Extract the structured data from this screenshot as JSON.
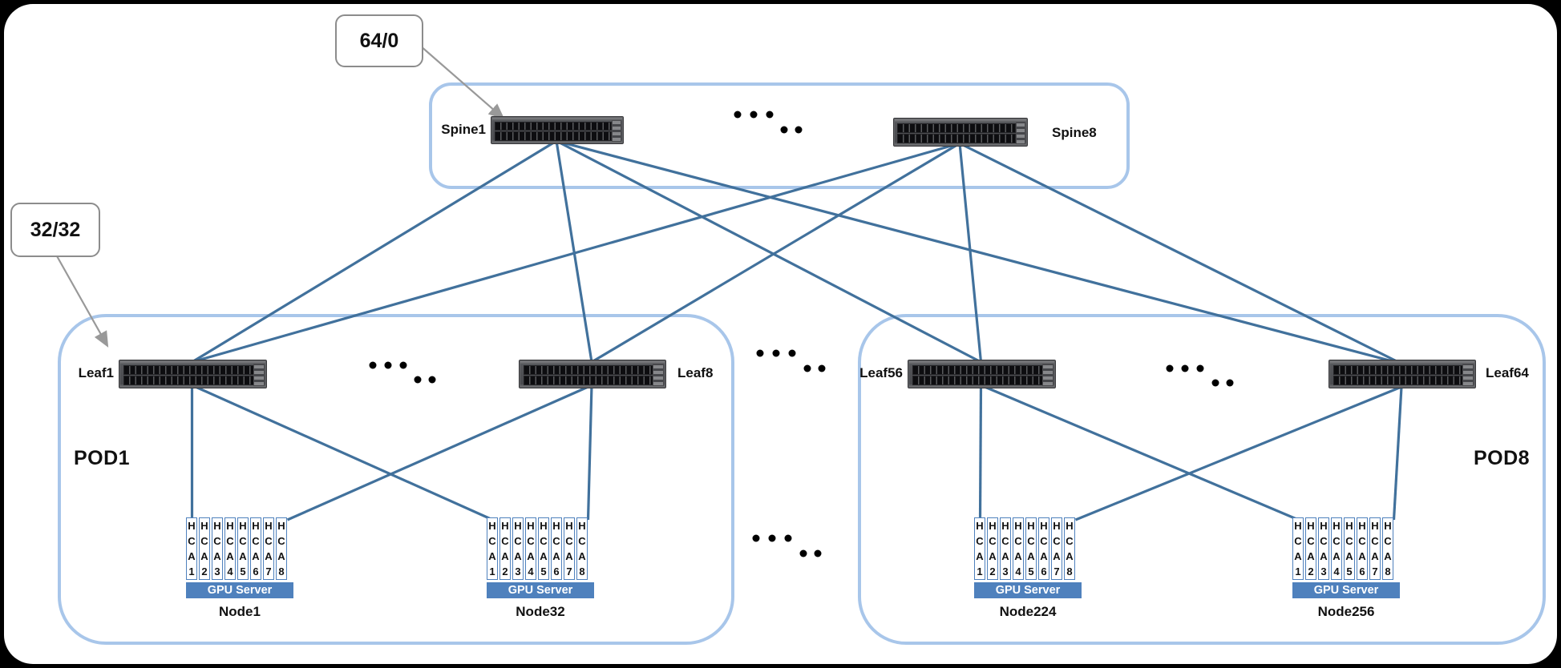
{
  "callouts": {
    "spine_uplinks": "64/0",
    "leaf_split": "32/32"
  },
  "spine_group": {
    "switches": [
      {
        "label": "Spine1"
      },
      {
        "label": "Spine8"
      }
    ]
  },
  "pods": [
    {
      "label": "POD1",
      "leaves": [
        {
          "label": "Leaf1"
        },
        {
          "label": "Leaf8"
        }
      ],
      "nodes": [
        {
          "name": "Node1"
        },
        {
          "name": "Node32"
        }
      ]
    },
    {
      "label": "POD8",
      "leaves": [
        {
          "label": "Leaf56"
        },
        {
          "label": "Leaf64"
        }
      ],
      "nodes": [
        {
          "name": "Node224"
        },
        {
          "name": "Node256"
        }
      ]
    }
  ],
  "gpu_server_label": "GPU Server",
  "hca_labels": [
    "HCA1",
    "HCA2",
    "HCA3",
    "HCA4",
    "HCA5",
    "HCA6",
    "HCA7",
    "HCA8"
  ],
  "colors": {
    "link": "#41719C",
    "group_border": "#A8C6EA",
    "gpu_bar": "#4F81BD",
    "hca_border": "#4F81BD",
    "callout_border": "#8C8C8C",
    "arrow": "#999999",
    "dots": "#000000"
  }
}
